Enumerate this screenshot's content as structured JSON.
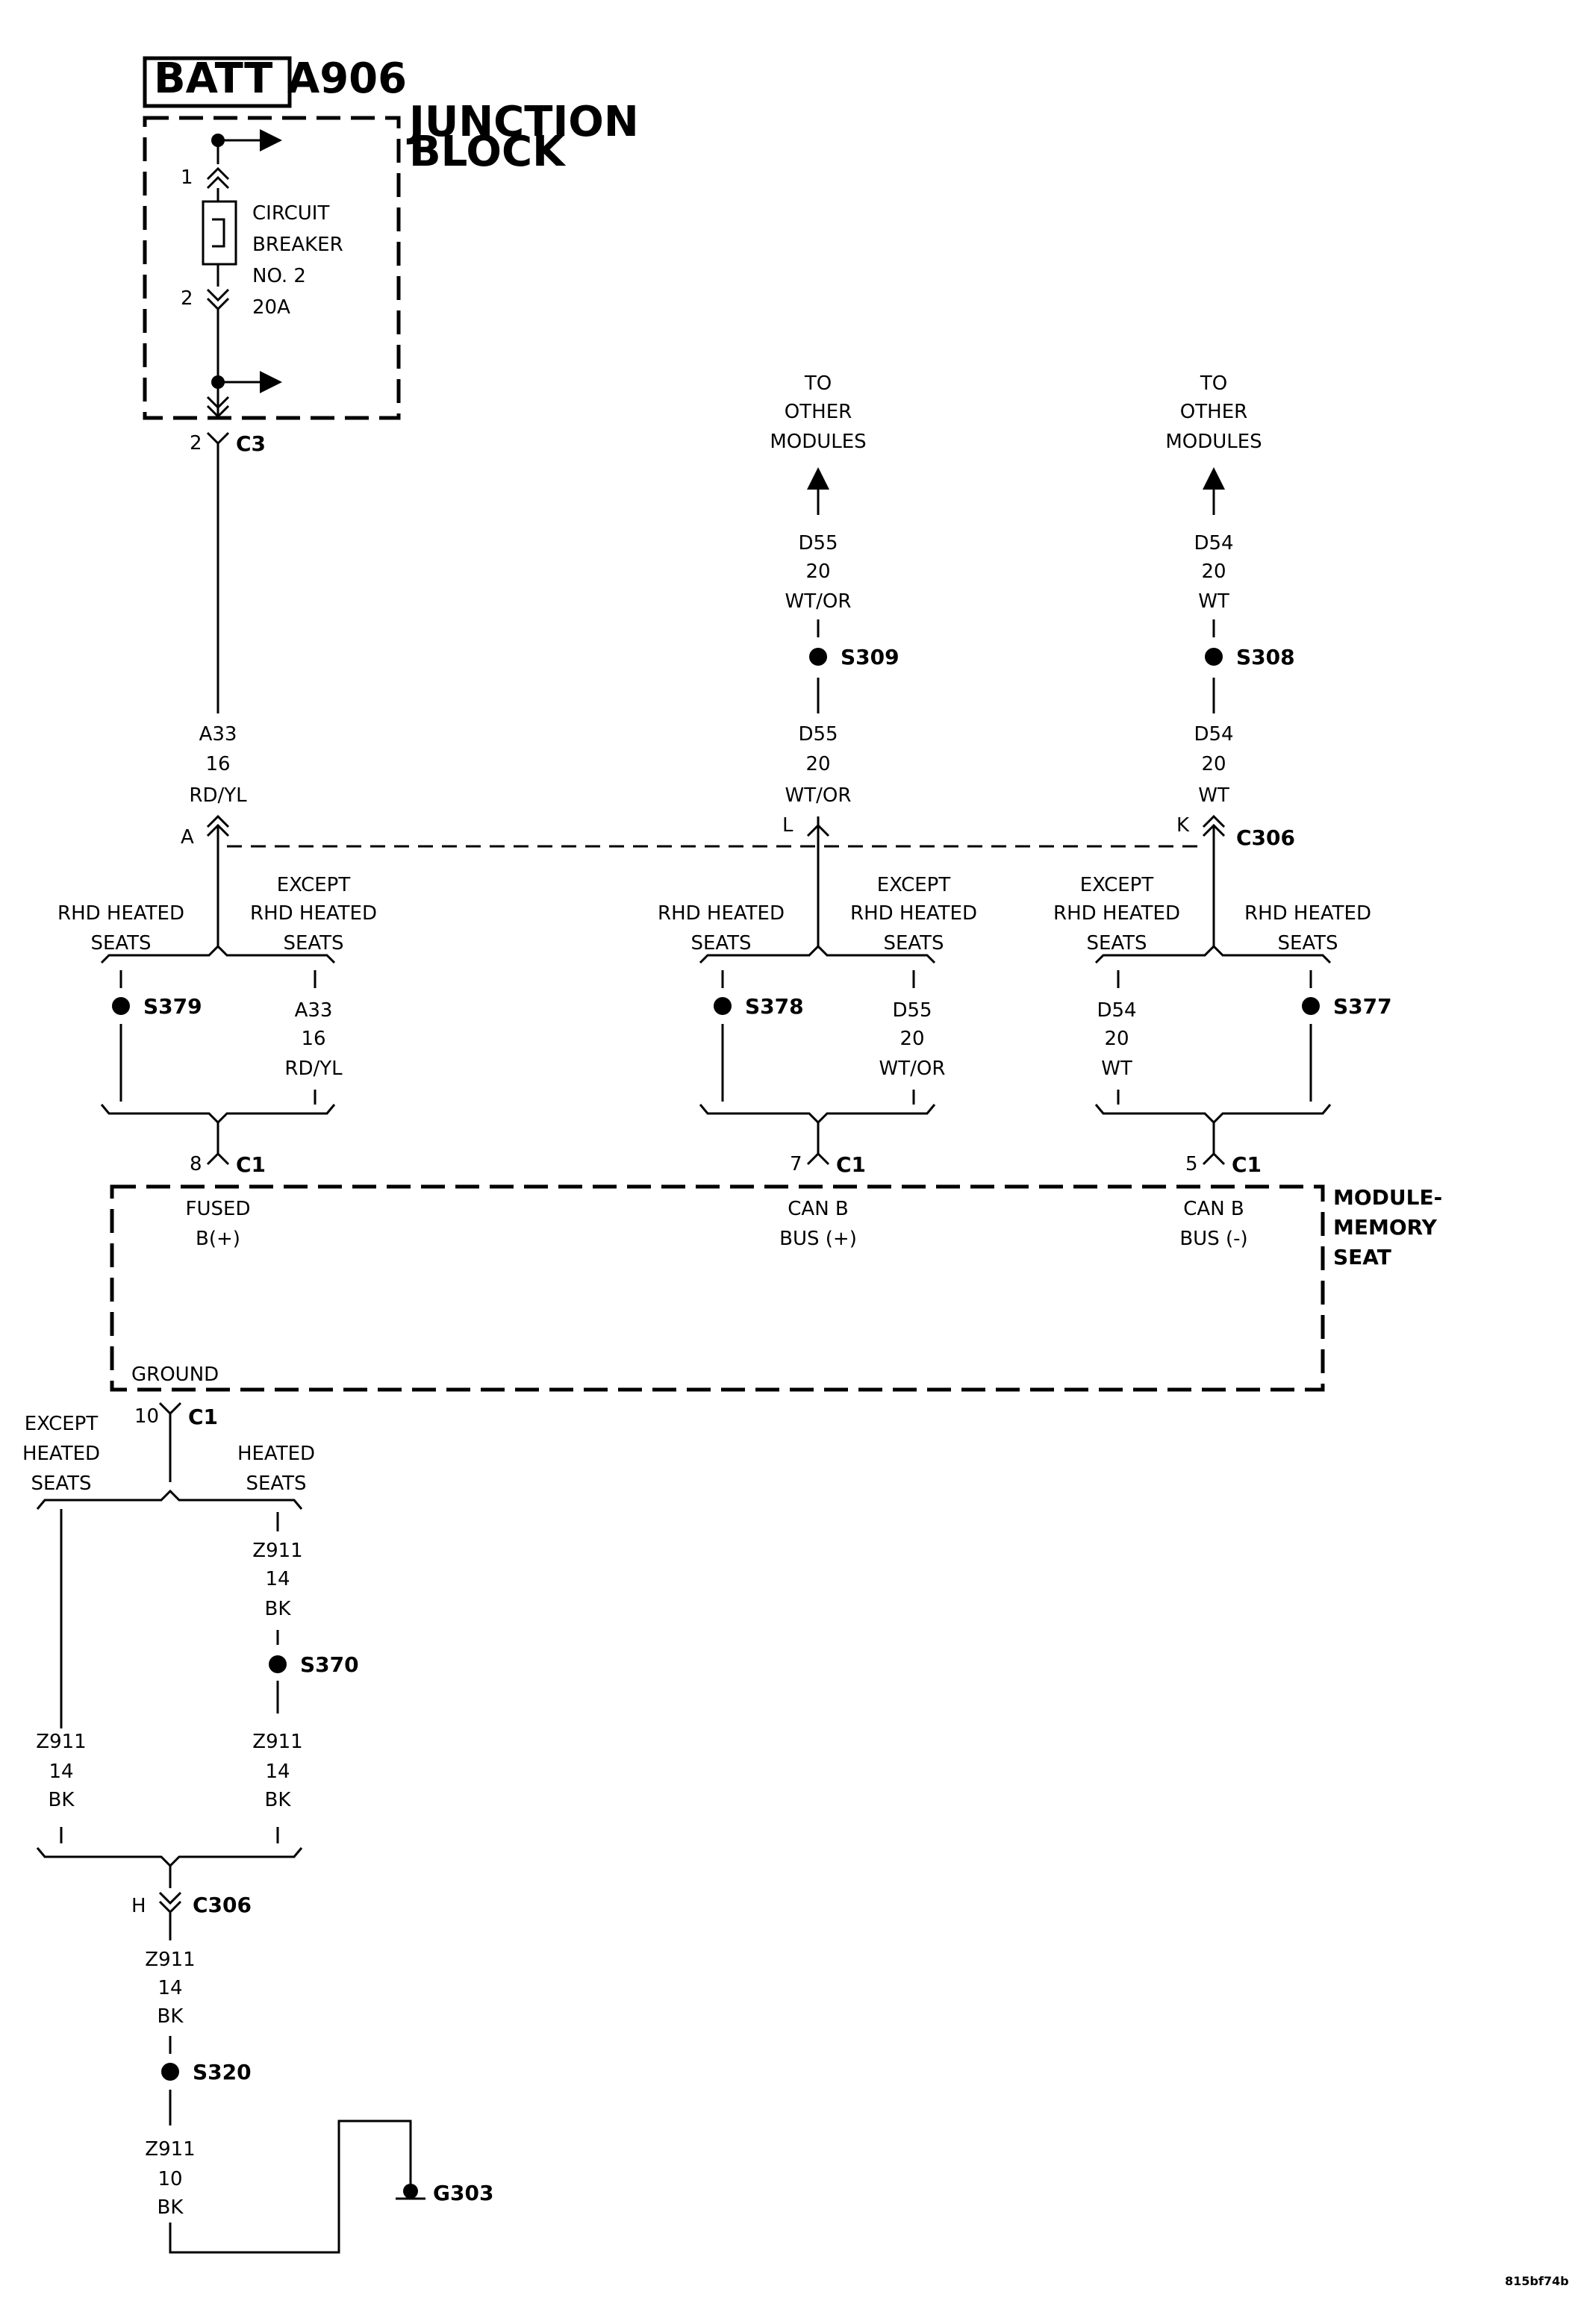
{
  "battery": {
    "label": "BATT A906"
  },
  "junction_block": {
    "line1": "JUNCTION",
    "line2": "BLOCK"
  },
  "circuit_breaker": {
    "line1": "CIRCUIT",
    "line2": "BREAKER",
    "line3": "NO. 2",
    "line4": "20A",
    "pin_top": "1",
    "pin_bottom": "2"
  },
  "c3": {
    "pin": "2",
    "name": "C3"
  },
  "to_other_modules": {
    "line1": "TO",
    "line2": "OTHER",
    "line3": "MODULES"
  },
  "wires": {
    "a33": {
      "circuit": "A33",
      "gauge": "16",
      "color": "RD/YL"
    },
    "d55": {
      "circuit": "D55",
      "gauge": "20",
      "color": "WT/OR"
    },
    "d54": {
      "circuit": "D54",
      "gauge": "20",
      "color": "WT"
    },
    "z911_14": {
      "circuit": "Z911",
      "gauge": "14",
      "color": "BK"
    },
    "z911_10": {
      "circuit": "Z911",
      "gauge": "10",
      "color": "BK"
    }
  },
  "splices": {
    "s309": "S309",
    "s308": "S308",
    "s379": "S379",
    "s378": "S378",
    "s377": "S377",
    "s370": "S370",
    "s320": "S320"
  },
  "c306": {
    "name": "C306",
    "pin_a": "A",
    "pin_l": "L",
    "pin_k": "K",
    "pin_h": "H"
  },
  "options": {
    "rhd_heated": {
      "line1": "RHD HEATED",
      "line2": "SEATS"
    },
    "except_rhd_heated": {
      "line1": "EXCEPT",
      "line2": "RHD HEATED",
      "line3": "SEATS"
    },
    "except_heated": {
      "line1": "EXCEPT",
      "line2": "HEATED",
      "line3": "SEATS"
    },
    "heated": {
      "line1": "HEATED",
      "line2": "SEATS"
    }
  },
  "c1": {
    "name": "C1",
    "pin_8": "8",
    "pin_7": "7",
    "pin_5": "5",
    "pin_10": "10"
  },
  "module": {
    "line1": "MODULE-",
    "line2": "MEMORY",
    "line3": "SEAT",
    "fused_line1": "FUSED",
    "fused_line2": "B(+)",
    "canb_plus_line1": "CAN B",
    "canb_plus_line2": "BUS (+)",
    "canb_minus_line1": "CAN B",
    "canb_minus_line2": "BUS (-)",
    "ground": "GROUND"
  },
  "ground_point": {
    "name": "G303"
  },
  "figure_id": "815bf74b"
}
